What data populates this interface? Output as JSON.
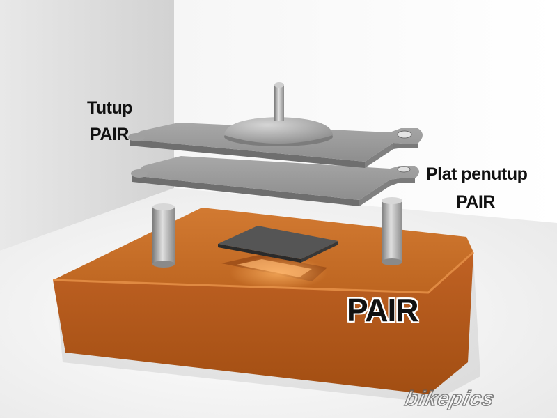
{
  "labels": {
    "cover_line1": "Tutup",
    "cover_line2": "PAIR",
    "plate_line1": "Plat penutup",
    "plate_line2": "PAIR",
    "base": "PAIR"
  },
  "watermark": "bikepics",
  "colors": {
    "base_top": "#c86e28",
    "base_front": "#b45a18",
    "metal": "#9a9a9a",
    "dark_plate": "#4a4a4a",
    "text": "#111111"
  }
}
